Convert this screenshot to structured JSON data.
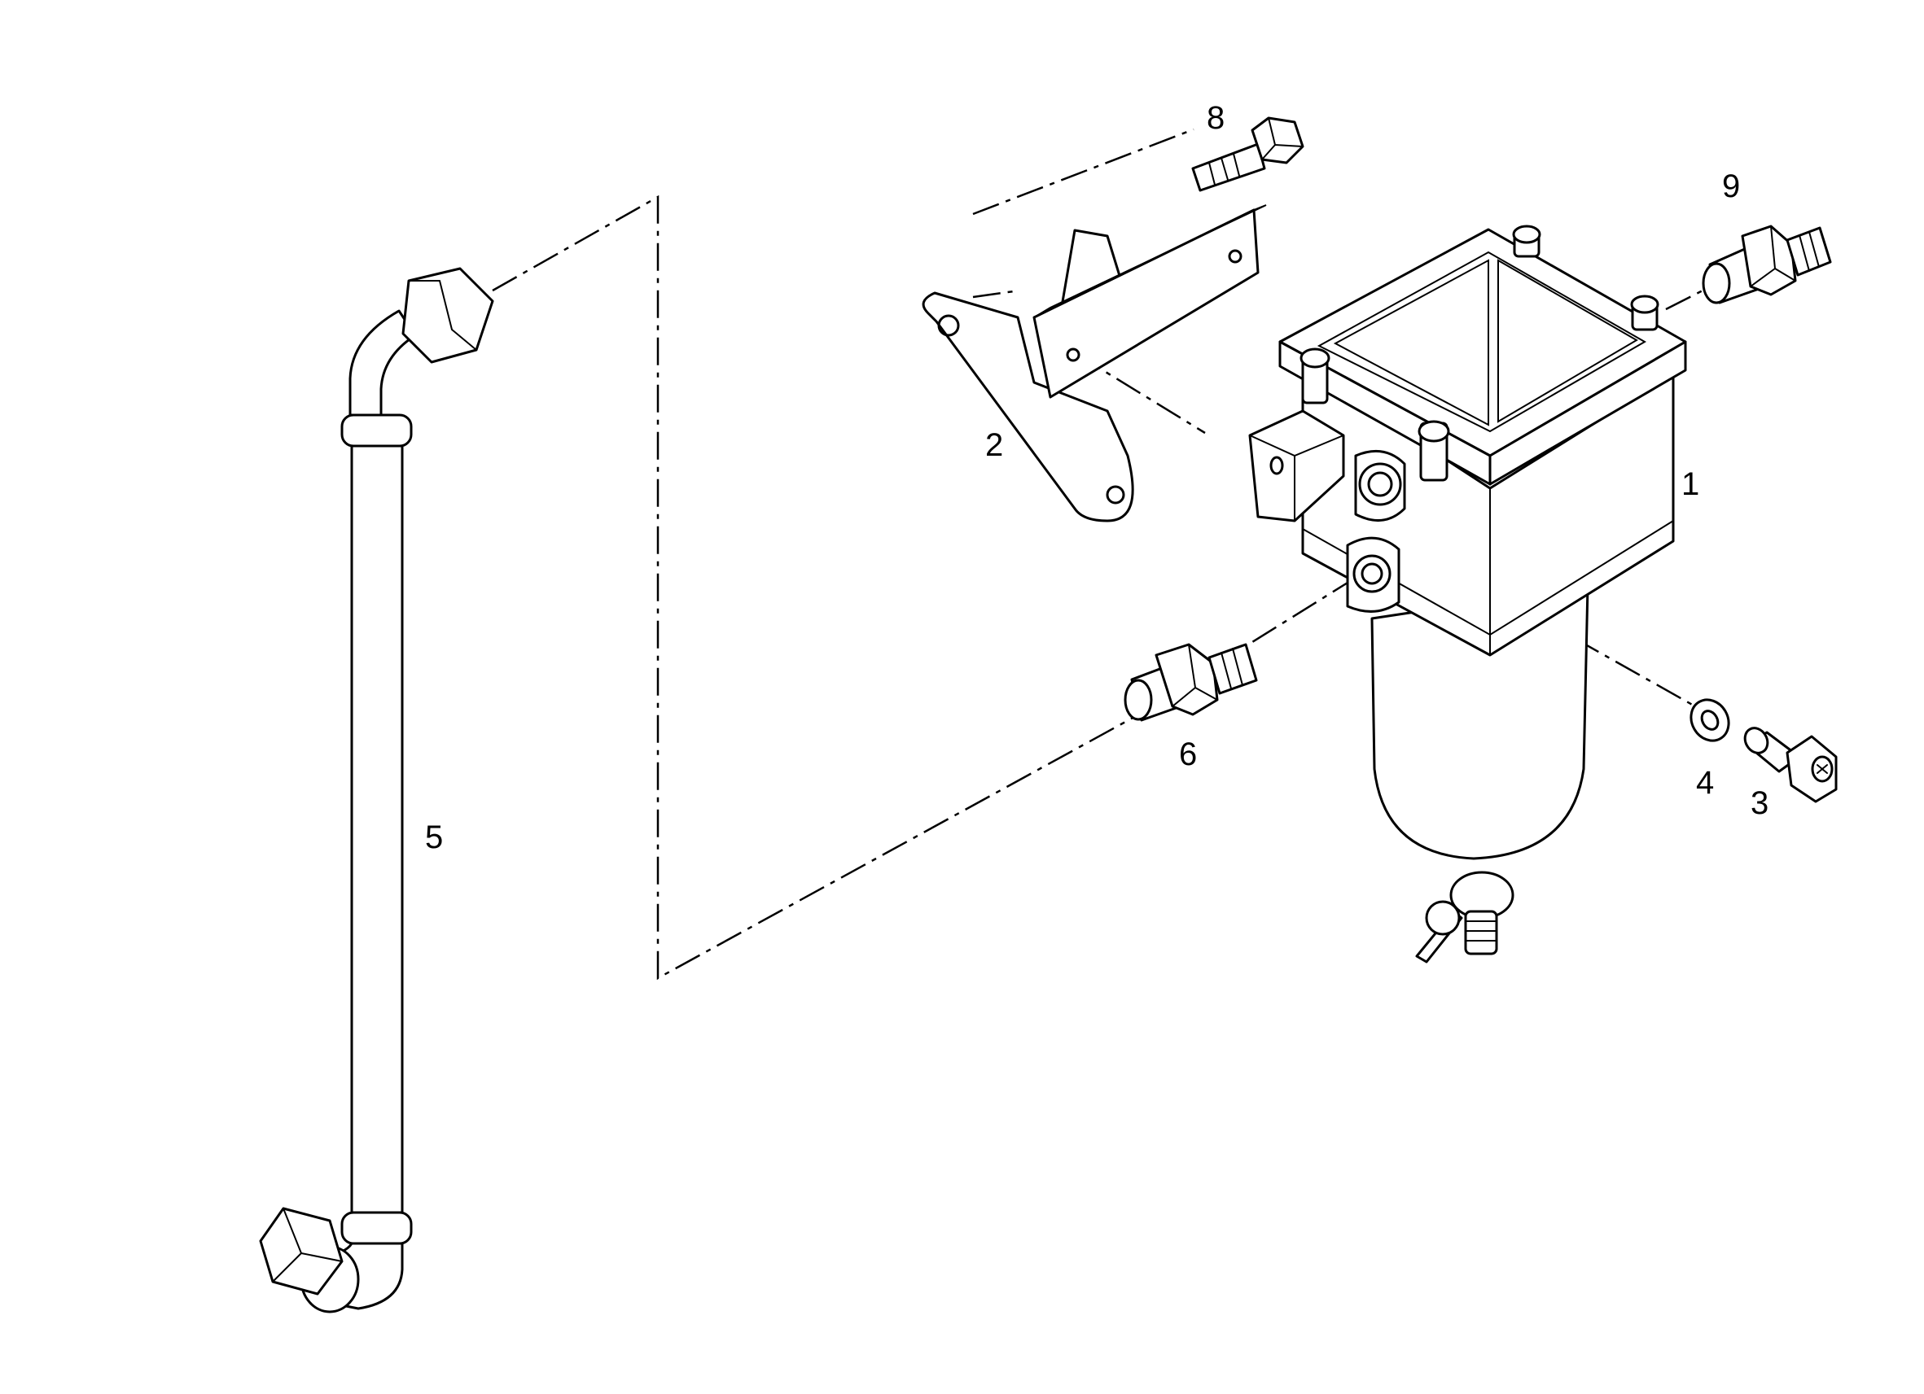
{
  "diagram": {
    "callouts": {
      "c1": "1",
      "c2": "2",
      "c3": "3",
      "c4": "4",
      "c5": "5",
      "c6": "6",
      "c8": "8",
      "c9": "9"
    }
  }
}
